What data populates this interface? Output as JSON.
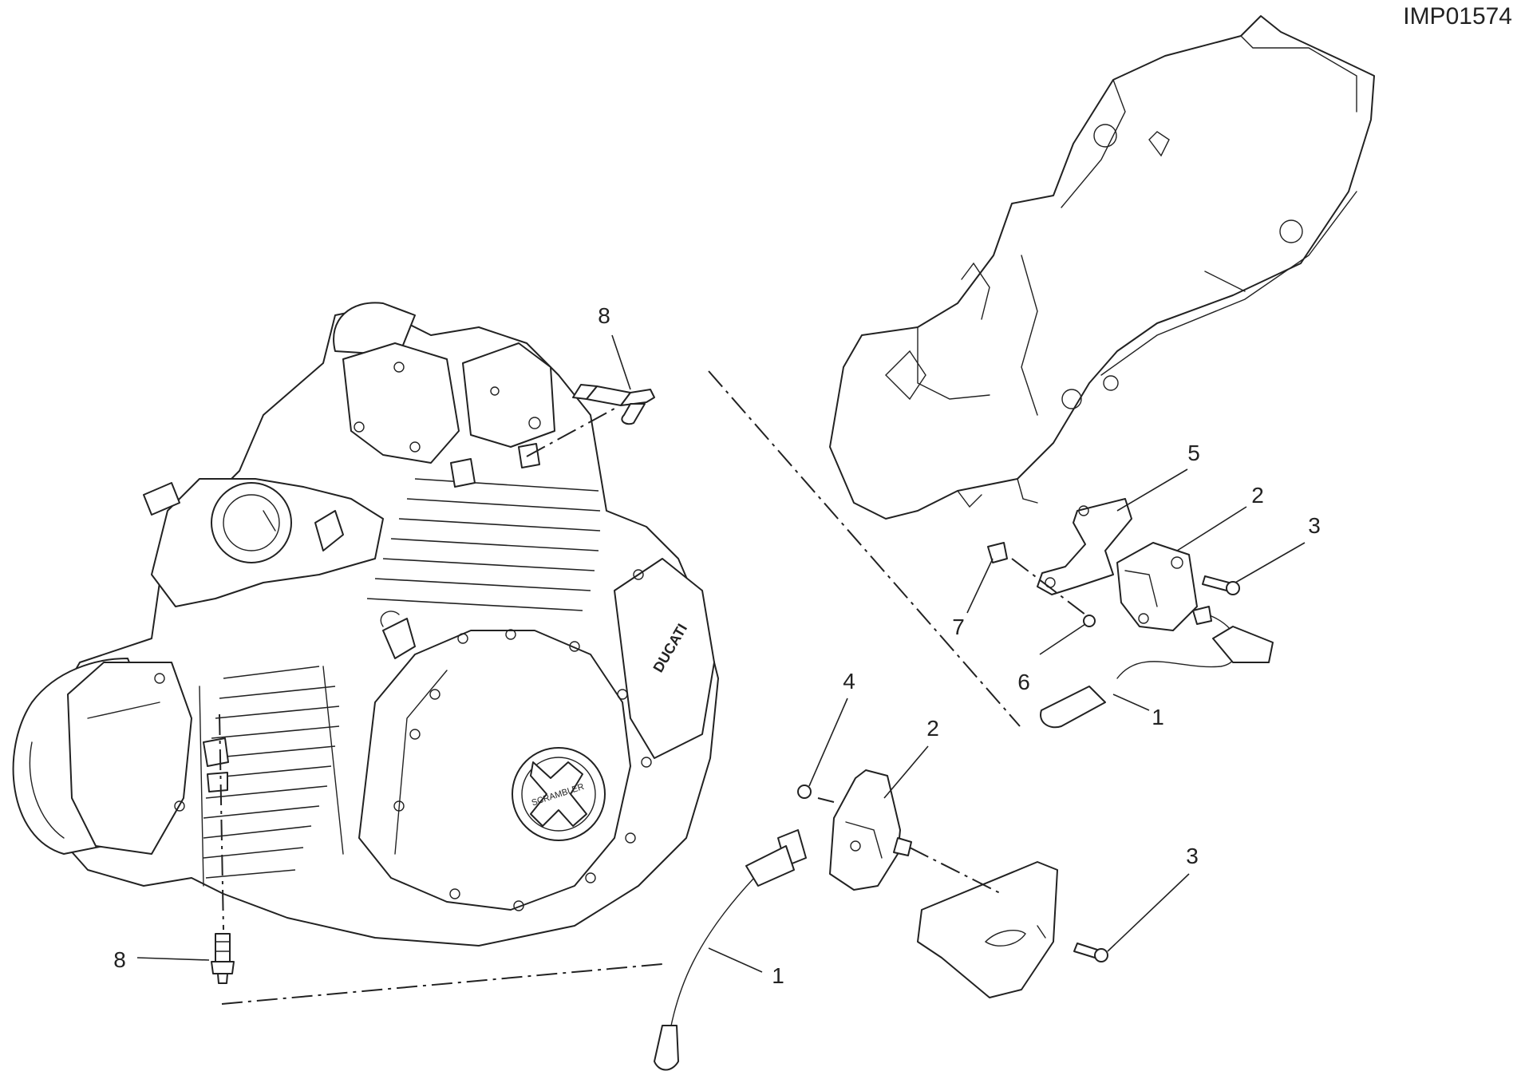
{
  "diagram": {
    "reference_code": "IMP01574",
    "callouts": [
      "8",
      "5",
      "2",
      "3",
      "7",
      "6",
      "1",
      "4",
      "2",
      "3",
      "1",
      "8"
    ],
    "brand_marks": [
      "DUCATI",
      "SCRAMBLER"
    ]
  }
}
